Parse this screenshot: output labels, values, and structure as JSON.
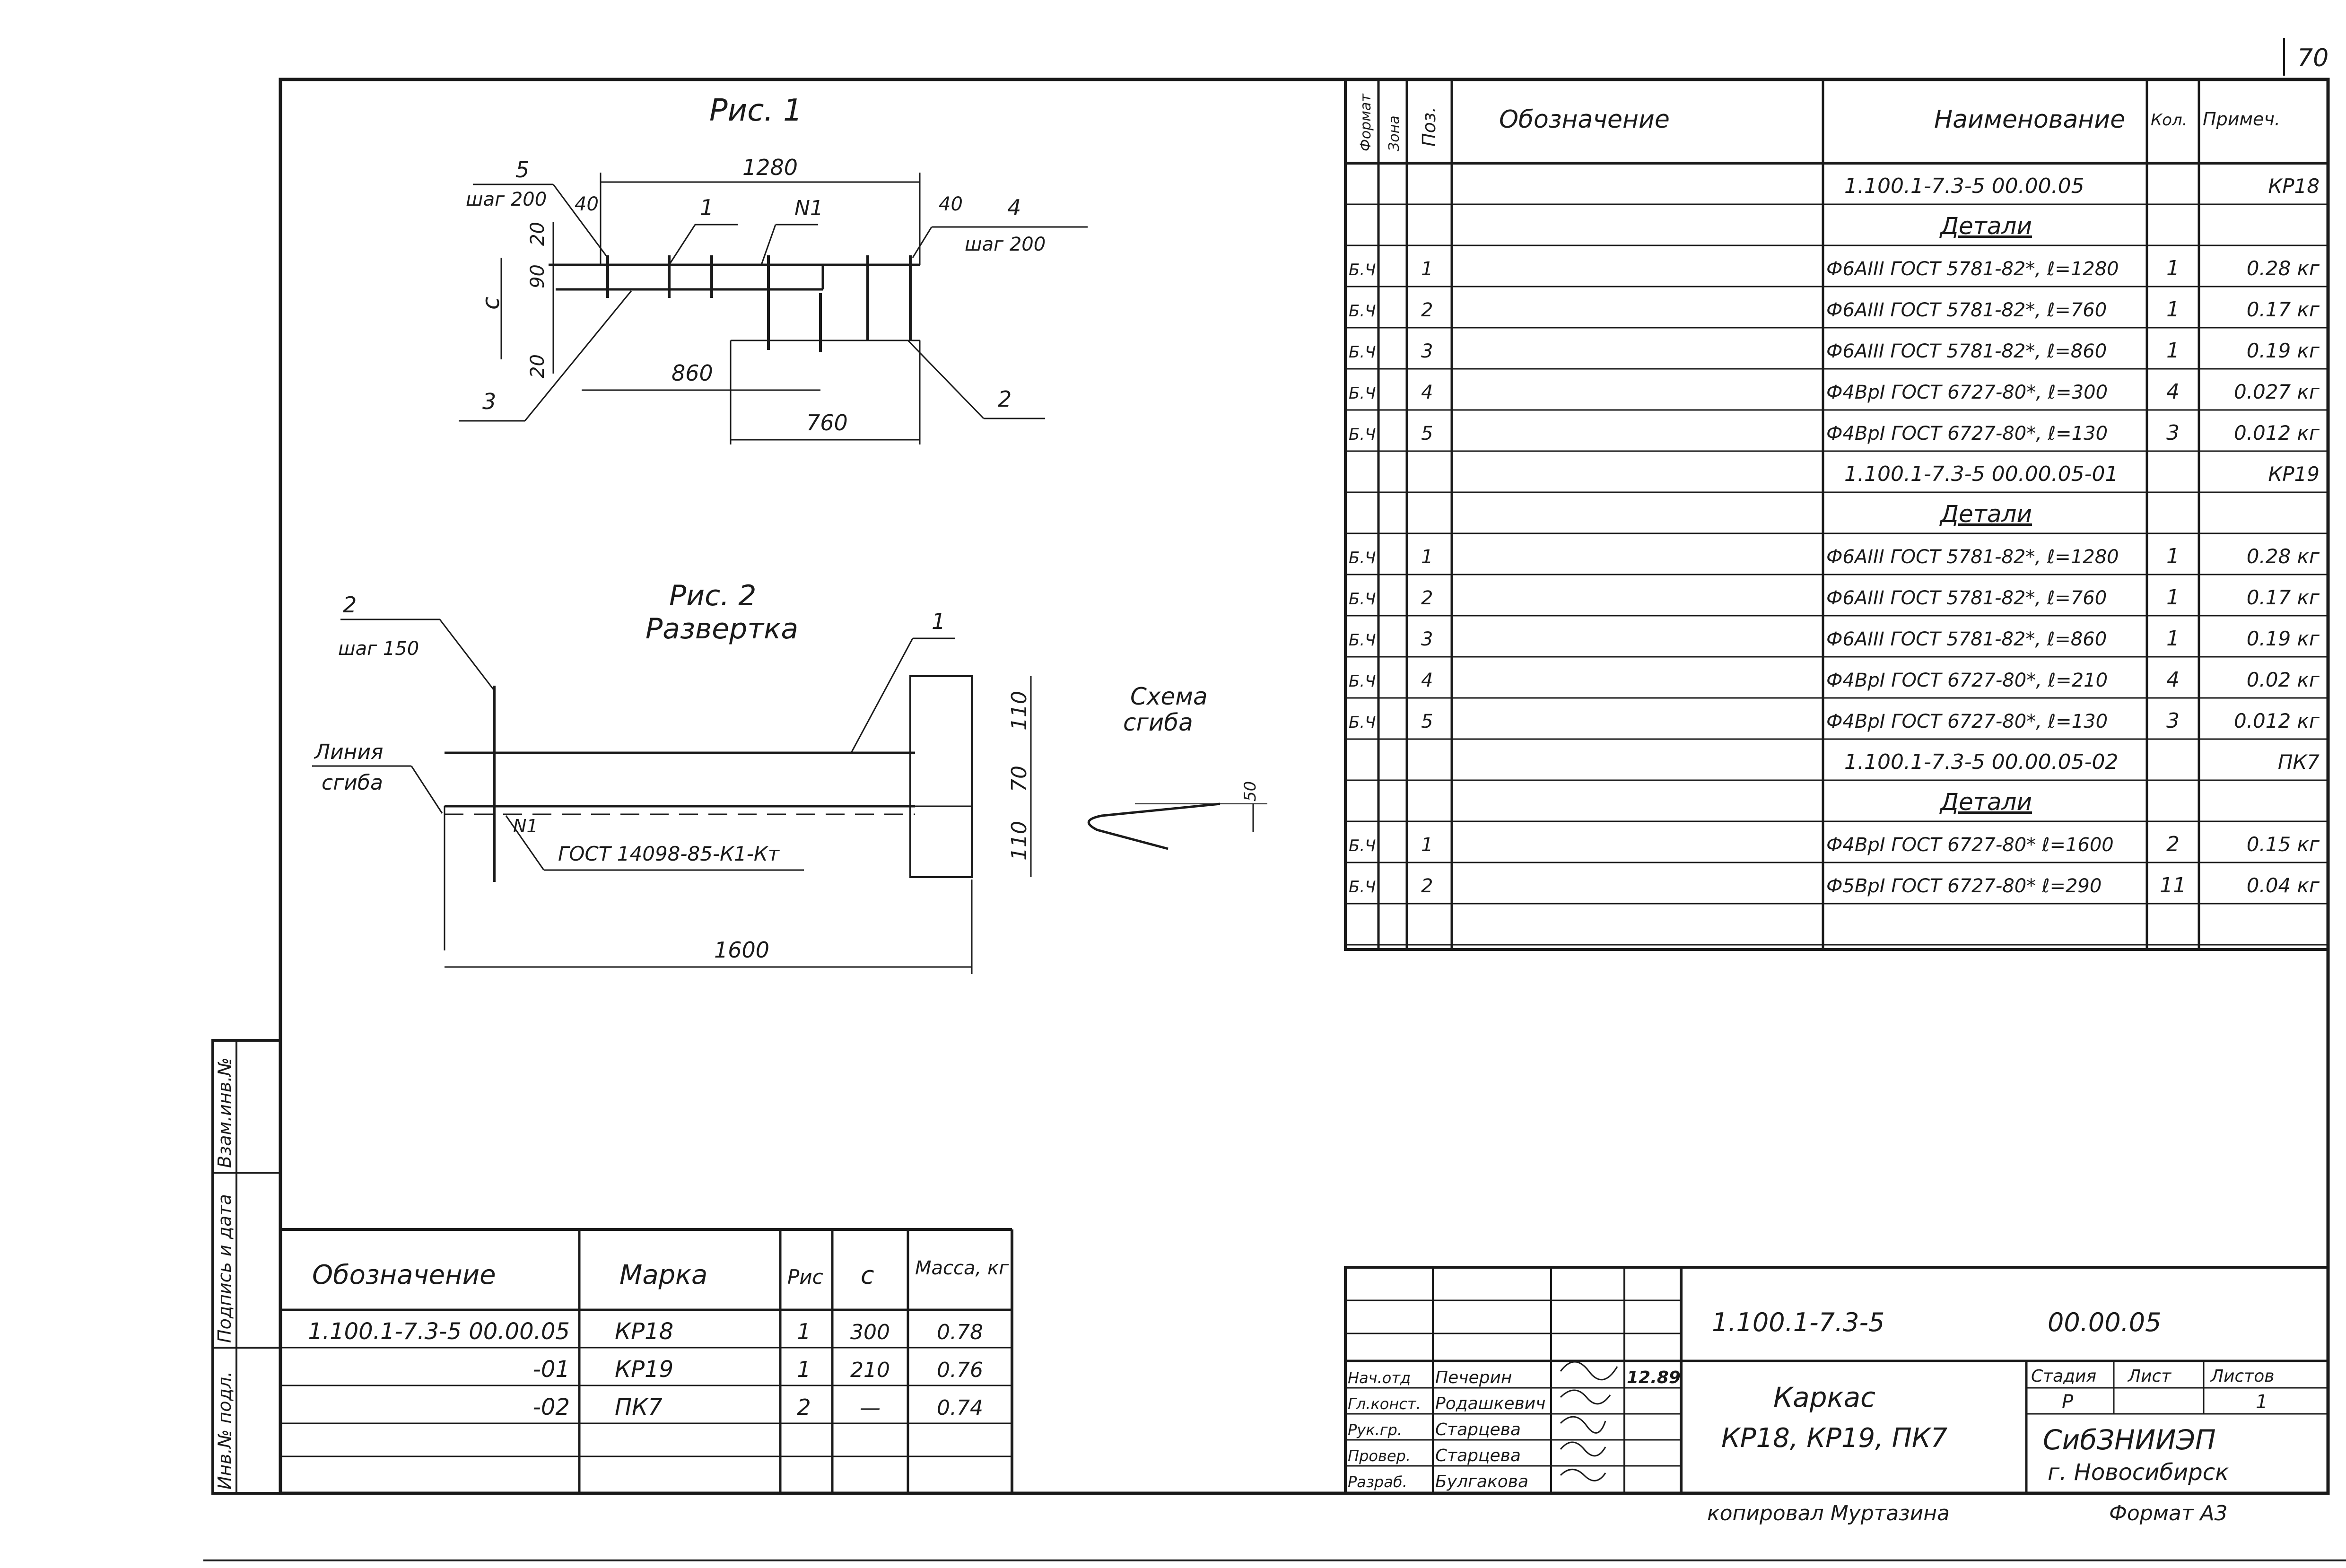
{
  "page_number": "70",
  "fig1": {
    "title": "Рис. 1",
    "dims": [
      "1280",
      "40",
      "40",
      "20",
      "90",
      "20",
      "860",
      "760"
    ],
    "dim_c": "с",
    "callouts": [
      "5",
      "шаг 200",
      "4",
      "шаг 200",
      "1",
      "N1",
      "3",
      "2"
    ]
  },
  "fig2": {
    "title": "Рис. 2",
    "subtitle": "Развертка",
    "callouts": [
      "2",
      "шаг 150",
      "1"
    ],
    "bend_line": [
      "Линия",
      "сгиба"
    ],
    "weld_label": "N1",
    "weld_ref": "ГОСТ 14098-85-К1-Кт",
    "dims": [
      "1600",
      "110",
      "70",
      "110"
    ]
  },
  "bend_scheme": {
    "title": [
      "Схема",
      "сгиба"
    ],
    "dim": "50"
  },
  "spec": {
    "headers": [
      "Формат",
      "Зона",
      "Поз.",
      "Обозначение",
      "Наименование",
      "Кол.",
      "Примеч."
    ],
    "rows": [
      {
        "fmt": "",
        "pos": "",
        "name": "1.100.1-7.3-5  00.00.05",
        "qty": "",
        "note": "КР18",
        "kind": "doc"
      },
      {
        "fmt": "",
        "pos": "",
        "name": "Детали",
        "qty": "",
        "note": "",
        "kind": "head"
      },
      {
        "fmt": "Б.Ч",
        "pos": "1",
        "name": "Ф6АIII ГОСТ 5781-82*, ℓ=1280",
        "qty": "1",
        "note": "0.28 кг",
        "kind": "item"
      },
      {
        "fmt": "Б.Ч",
        "pos": "2",
        "name": "Ф6АIII ГОСТ 5781-82*, ℓ=760",
        "qty": "1",
        "note": "0.17 кг",
        "kind": "item"
      },
      {
        "fmt": "Б.Ч",
        "pos": "3",
        "name": "Ф6АIII ГОСТ 5781-82*, ℓ=860",
        "qty": "1",
        "note": "0.19 кг",
        "kind": "item"
      },
      {
        "fmt": "Б.Ч",
        "pos": "4",
        "name": "Ф4ВрI ГОСТ 6727-80*, ℓ=300",
        "qty": "4",
        "note": "0.027 кг",
        "kind": "item"
      },
      {
        "fmt": "Б.Ч",
        "pos": "5",
        "name": "Ф4ВрI ГОСТ 6727-80*, ℓ=130",
        "qty": "3",
        "note": "0.012 кг",
        "kind": "item"
      },
      {
        "fmt": "",
        "pos": "",
        "name": "1.100.1-7.3-5  00.00.05-01",
        "qty": "",
        "note": "КР19",
        "kind": "doc"
      },
      {
        "fmt": "",
        "pos": "",
        "name": "Детали",
        "qty": "",
        "note": "",
        "kind": "head"
      },
      {
        "fmt": "Б.Ч",
        "pos": "1",
        "name": "Ф6АIII ГОСТ 5781-82*, ℓ=1280",
        "qty": "1",
        "note": "0.28 кг",
        "kind": "item"
      },
      {
        "fmt": "Б.Ч",
        "pos": "2",
        "name": "Ф6АIII ГОСТ 5781-82*, ℓ=760",
        "qty": "1",
        "note": "0.17 кг",
        "kind": "item"
      },
      {
        "fmt": "Б.Ч",
        "pos": "3",
        "name": "Ф6АIII ГОСТ 5781-82*, ℓ=860",
        "qty": "1",
        "note": "0.19 кг",
        "kind": "item"
      },
      {
        "fmt": "Б.Ч",
        "pos": "4",
        "name": "Ф4ВрI ГОСТ 6727-80*, ℓ=210",
        "qty": "4",
        "note": "0.02 кг",
        "kind": "item"
      },
      {
        "fmt": "Б.Ч",
        "pos": "5",
        "name": "Ф4ВрI ГОСТ 6727-80*, ℓ=130",
        "qty": "3",
        "note": "0.012 кг",
        "kind": "item"
      },
      {
        "fmt": "",
        "pos": "",
        "name": "1.100.1-7.3-5  00.00.05-02",
        "qty": "",
        "note": "ПК7",
        "kind": "doc"
      },
      {
        "fmt": "",
        "pos": "",
        "name": "Детали",
        "qty": "",
        "note": "",
        "kind": "head"
      },
      {
        "fmt": "Б.Ч",
        "pos": "1",
        "name": "Ф4ВрI ГОСТ 6727-80* ℓ=1600",
        "qty": "2",
        "note": "0.15 кг",
        "kind": "item"
      },
      {
        "fmt": "Б.Ч",
        "pos": "2",
        "name": "Ф5ВрI ГОСТ 6727-80* ℓ=290",
        "qty": "11",
        "note": "0.04 кг",
        "kind": "item"
      },
      {
        "fmt": "",
        "pos": "",
        "name": "",
        "qty": "",
        "note": "",
        "kind": "blank"
      }
    ]
  },
  "marks_table": {
    "headers": [
      "Обозначение",
      "Марка",
      "Рис",
      "с",
      "Масса, кг"
    ],
    "rows": [
      [
        "1.100.1-7.3-5 00.00.05",
        "КР18",
        "1",
        "300",
        "0.78"
      ],
      [
        "-01",
        "КР19",
        "1",
        "210",
        "0.76"
      ],
      [
        "-02",
        "ПК7",
        "2",
        "—",
        "0.74"
      ]
    ]
  },
  "title_block": {
    "code": "1.100.1-7.3-5",
    "code2": "00.00.05",
    "roles": [
      "Нач.отд",
      "Гл.конст.",
      "Рук.гр.",
      "Провер.",
      "Разраб."
    ],
    "names": [
      "Печерин",
      "Родашкевич",
      "Старцева",
      "Старцева",
      "Булгакова"
    ],
    "date": "12.89",
    "product": [
      "Каркас",
      "КР18, КР19, ПК7"
    ],
    "stage_headers": [
      "Стадия",
      "Лист",
      "Листов"
    ],
    "stage_values": [
      "Р",
      "",
      "1"
    ],
    "org": [
      "СибЗНИИЭП",
      "г. Новосибирск"
    ],
    "copied": "копировал Муртазина",
    "format": "Формат А3"
  },
  "side_stamp": [
    "Инв.№ подл.",
    "Подпись и дата",
    "Взам.инв.№"
  ]
}
